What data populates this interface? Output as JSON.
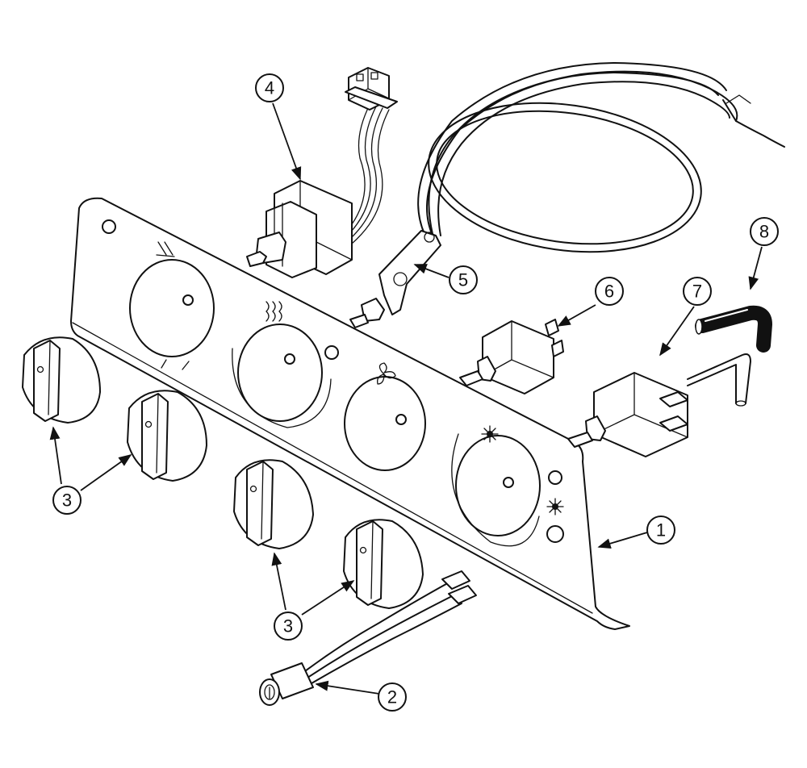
{
  "callouts": [
    {
      "id": "c1",
      "label": "1"
    },
    {
      "id": "c2",
      "label": "2"
    },
    {
      "id": "c3a",
      "label": "3"
    },
    {
      "id": "c3b",
      "label": "3"
    },
    {
      "id": "c4",
      "label": "4"
    },
    {
      "id": "c5",
      "label": "5"
    },
    {
      "id": "c6",
      "label": "6"
    },
    {
      "id": "c7",
      "label": "7"
    },
    {
      "id": "c8",
      "label": "8"
    }
  ],
  "colors": {
    "line": "#111111",
    "background": "#ffffff"
  }
}
